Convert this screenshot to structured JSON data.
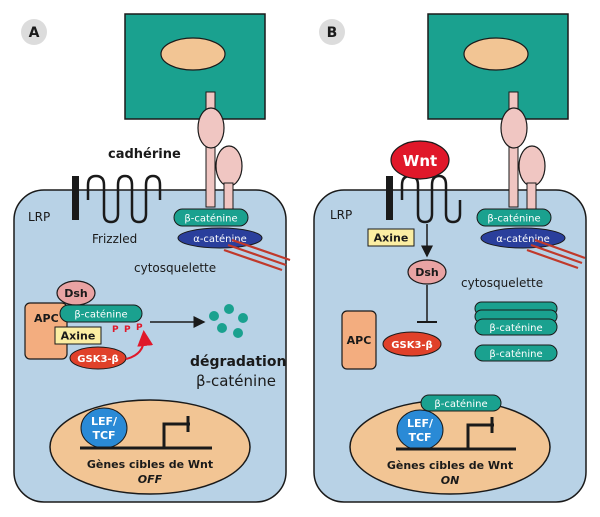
{
  "panelA": {
    "letter": "A",
    "cadherine": "cadhérine",
    "lrp": "LRP",
    "frizzled": "Frizzled",
    "beta_catenine": "β-caténine",
    "alpha_catenine": "α-caténine",
    "cytosquelette": "cytosquelette",
    "dsh": "Dsh",
    "apc": "APC",
    "complex_beta": "β-caténine",
    "axine": "Axine",
    "gsk3": "GSK3-β",
    "p": "P",
    "degradation": "dégradation",
    "degradation_beta": "β-caténine",
    "lef_tcf_1": "LEF/",
    "lef_tcf_2": "TCF",
    "genes": "Gènes cibles de Wnt",
    "state": "OFF"
  },
  "panelB": {
    "letter": "B",
    "wnt": "Wnt",
    "lrp": "LRP",
    "axine": "Axine",
    "dsh": "Dsh",
    "apc": "APC",
    "gsk3": "GSK3-β",
    "beta_catenine": "β-caténine",
    "alpha_catenine": "α-caténine",
    "cytosquelette": "cytosquelette",
    "stack_beta": "β-caténine",
    "free_beta": "β-caténine",
    "nucleus_beta": "β-caténine",
    "lef_tcf_1": "LEF/",
    "lef_tcf_2": "TCF",
    "genes": "Gènes cibles de Wnt",
    "state": "ON"
  }
}
